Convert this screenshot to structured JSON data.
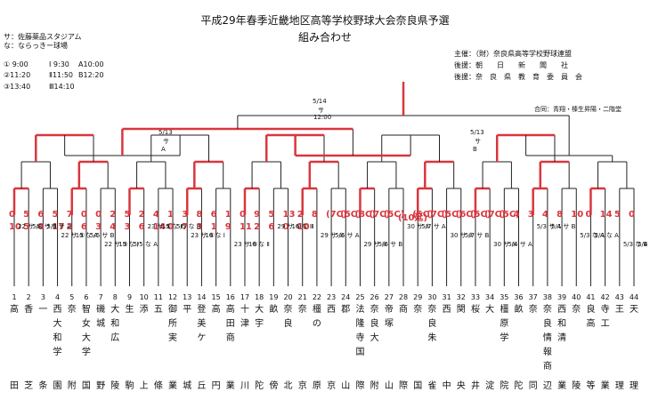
{
  "header": {
    "title": "平成29年春季近畿地区高等学校野球大会奈良県予選",
    "subtitle": "組み合わせ"
  },
  "legend": {
    "venues": [
      "サ：佐藤薬品スタジアム",
      "な：ならっきー球場"
    ],
    "times": [
      [
        "① 9:00",
        "Ⅰ 9:30",
        "A10:00"
      ],
      [
        "②11:20",
        "Ⅱ11:50",
        "B12:20"
      ],
      [
        "③13:40",
        "Ⅲ14:10",
        ""
      ]
    ]
  },
  "organizers": [
    "主催：（財）奈良県高等学校野球連盟",
    "後援：朝　　日　　新　　聞　　社",
    "後援：奈　良　県　教　育　委　員　会"
  ],
  "notes": {
    "opening": "合同：青翔・榛生昇陽・二階堂"
  },
  "final": {
    "date": "5/14",
    "venue": "サ",
    "time": "12:00"
  },
  "semis": [
    {
      "date": "5/13",
      "venue": "サ",
      "slot": "A"
    },
    {
      "date": "5/13",
      "venue": "サ",
      "slot": "B"
    }
  ],
  "teams": [
    {
      "no": "1",
      "top": "高",
      "mid": "",
      "bottom": "田"
    },
    {
      "no": "2",
      "top": "香",
      "mid": "",
      "bottom": "芝"
    },
    {
      "no": "3",
      "top": "一",
      "mid": "",
      "bottom": "条"
    },
    {
      "no": "4",
      "top": "西",
      "mid": "大和学",
      "bottom": "園"
    },
    {
      "no": "5",
      "top": "奈",
      "mid": "",
      "bottom": "附"
    },
    {
      "no": "6",
      "top": "智",
      "mid": "女大学",
      "bottom": "国"
    },
    {
      "no": "7",
      "top": "磯",
      "mid": "城",
      "bottom": "野"
    },
    {
      "no": "8",
      "top": "大",
      "mid": "和広",
      "bottom": "陵"
    },
    {
      "no": "9",
      "top": "生",
      "mid": "",
      "bottom": "駒"
    },
    {
      "no": "10",
      "top": "添",
      "mid": "",
      "bottom": "上"
    },
    {
      "no": "11",
      "top": "五",
      "mid": "",
      "bottom": "條"
    },
    {
      "no": "12",
      "top": "御",
      "mid": "所実",
      "bottom": "業"
    },
    {
      "no": "13",
      "top": "平",
      "mid": "",
      "bottom": "城"
    },
    {
      "no": "14",
      "top": "登",
      "mid": "美ケ",
      "bottom": "丘"
    },
    {
      "no": "15",
      "top": "高",
      "mid": "",
      "bottom": "円"
    },
    {
      "no": "16",
      "top": "高",
      "mid": "田商",
      "bottom": "業"
    },
    {
      "no": "17",
      "top": "十",
      "mid": "津",
      "bottom": "川"
    },
    {
      "no": "18",
      "top": "大",
      "mid": "宇",
      "bottom": "陀"
    },
    {
      "no": "19",
      "top": "畝",
      "mid": "",
      "bottom": "傍"
    },
    {
      "no": "20",
      "top": "奈",
      "mid": "良",
      "bottom": "北"
    },
    {
      "no": "21",
      "top": "奈",
      "mid": "",
      "bottom": "京"
    },
    {
      "no": "22",
      "top": "橿",
      "mid": "の",
      "bottom": "原"
    },
    {
      "no": "23",
      "top": "西",
      "mid": "",
      "bottom": "京"
    },
    {
      "no": "24",
      "top": "郡",
      "mid": "",
      "bottom": "山"
    },
    {
      "no": "25",
      "top": "法",
      "mid": "隆寺国",
      "bottom": "際"
    },
    {
      "no": "26",
      "top": "奈",
      "mid": "良大",
      "bottom": "附"
    },
    {
      "no": "27",
      "top": "帝",
      "mid": "塚",
      "bottom": "山"
    },
    {
      "no": "28",
      "top": "商",
      "mid": "",
      "bottom": "際"
    },
    {
      "no": "29",
      "top": "奈",
      "mid": "",
      "bottom": "国"
    },
    {
      "no": "30",
      "top": "奈",
      "mid": "良朱",
      "bottom": "雀"
    },
    {
      "no": "31",
      "top": "西",
      "mid": "",
      "bottom": "中"
    },
    {
      "no": "32",
      "top": "関",
      "mid": "",
      "bottom": "央"
    },
    {
      "no": "33",
      "top": "桜",
      "mid": "",
      "bottom": "井"
    },
    {
      "no": "34",
      "top": "大",
      "mid": "",
      "bottom": "淀"
    },
    {
      "no": "35",
      "top": "橿",
      "mid": "原学",
      "bottom": "院"
    },
    {
      "no": "36",
      "top": "畝",
      "mid": "",
      "bottom": "陀"
    },
    {
      "no": "37",
      "top": "奈",
      "mid": "",
      "bottom": "同"
    },
    {
      "no": "38",
      "top": "奈",
      "mid": "良情報商",
      "bottom": "辺"
    },
    {
      "no": "39",
      "top": "西",
      "mid": "和清",
      "bottom": "業"
    },
    {
      "no": "40",
      "top": "奈",
      "mid": "",
      "bottom": "陵"
    },
    {
      "no": "41",
      "top": "良",
      "mid": "高",
      "bottom": "等"
    },
    {
      "no": "42",
      "top": "寺",
      "mid": "工",
      "bottom": "業"
    },
    {
      "no": "43",
      "top": "王",
      "mid": "",
      "bottom": "理"
    },
    {
      "no": "44",
      "top": "天",
      "mid": "",
      "bottom": "理"
    }
  ],
  "scores": [
    "0",
    "5",
    "6",
    "5",
    "7",
    "0",
    "0",
    "2",
    "5",
    "2",
    "4",
    "1",
    "3",
    "8",
    "6",
    "1",
    "0",
    "9",
    "5",
    "13",
    "2",
    "8",
    "(7C)",
    "(5C)",
    "(8C)",
    "(7C)",
    "(5C)",
    "(10延)",
    "(5C)",
    "(7C)",
    "(5C)",
    "(6C)",
    "(5C)",
    "(7C)",
    "(5C)",
    "4",
    "3",
    "4",
    "8",
    "10",
    "0",
    "14",
    "5",
    "0",
    "10",
    "5",
    "0",
    "17",
    "2",
    "6",
    "3",
    "4",
    "3",
    "6",
    "14",
    "0",
    "7",
    "3",
    "1",
    "9",
    "11",
    "2",
    "6",
    "0",
    "10"
  ],
  "pairings": [
    "22 サ ①",
    "22 サ ②",
    "22 サ ③",
    "23 サ ①",
    "23 サ ②",
    "23 サ ③",
    "29 サ ①",
    "29 サ ②",
    "29 サ ③",
    "30 サ ①",
    "30 サ ②",
    "30 サ ③",
    "5/3 サ A",
    "5/3 な A",
    "5/3 な B",
    "5/3 サ B",
    "15 な A",
    "15 な Ⅰ",
    "15 な Ⅱ",
    "16 な Ⅰ",
    "16 な Ⅱ",
    "16 な Ⅲ",
    "5/6 サ A",
    "5/6 サ B",
    "5/7 サ A",
    "5/7 サ B",
    "5/4 サ A",
    "5/4 サ B",
    "5/4 な A",
    "5/4 な B",
    "5/5 サ A",
    "5/5 サ B",
    "5/5 な A",
    "5/5 な B"
  ]
}
